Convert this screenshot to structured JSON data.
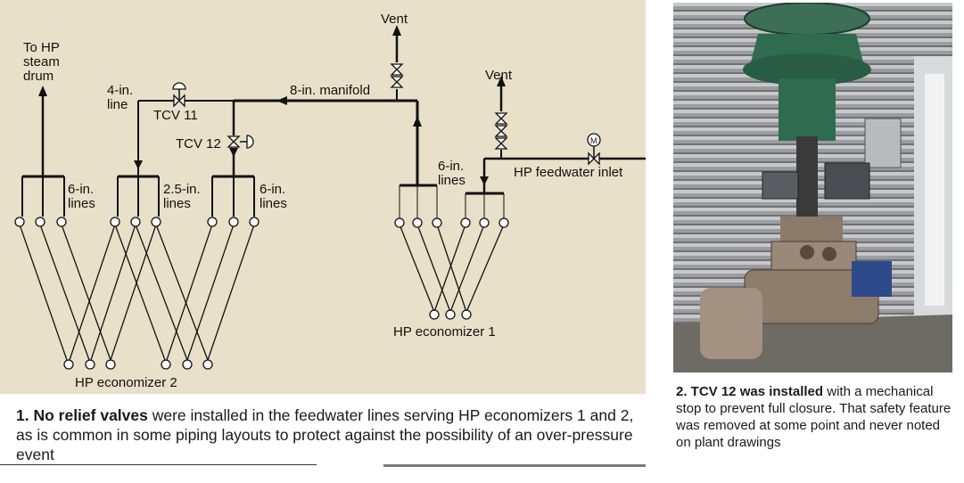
{
  "figure1": {
    "labels": {
      "vent_top": "Vent",
      "vent_right": "Vent",
      "to_hp_line1": "To HP",
      "to_hp_line2": "steam",
      "to_hp_line3": "drum",
      "four_in_1": "4-in.",
      "four_in_2": "line",
      "tcv11": "TCV 11",
      "manifold": "8-in. manifold",
      "tcv12": "TCV 12",
      "six_in_a_1": "6-in.",
      "six_in_a_2": "lines",
      "two5_in_1": "2.5-in.",
      "two5_in_2": "lines",
      "six_in_b_1": "6-in.",
      "six_in_b_2": "lines",
      "six_in_c_1": "6-in.",
      "six_in_c_2": "lines",
      "feedwater": "HP feedwater inlet",
      "motor": "M",
      "econ1": "HP economizer 1",
      "econ2": "HP economizer 2"
    },
    "caption_bold": "1. No relief valves",
    "caption_rest": " were installed in the feedwater lines serving HP economizers 1 and 2, as is common in some piping layouts to protect against the possibility of an over-pressure event"
  },
  "figure2": {
    "caption_bold": "2. TCV 12 was installed",
    "caption_rest": " with a mechanical stop to prevent full closure. That safety feature was removed at some point and never noted on plant drawings"
  },
  "colors": {
    "diagram_background": "#e8e0c8",
    "pipe": "#111111",
    "valve_green": "#2f6b4e"
  }
}
